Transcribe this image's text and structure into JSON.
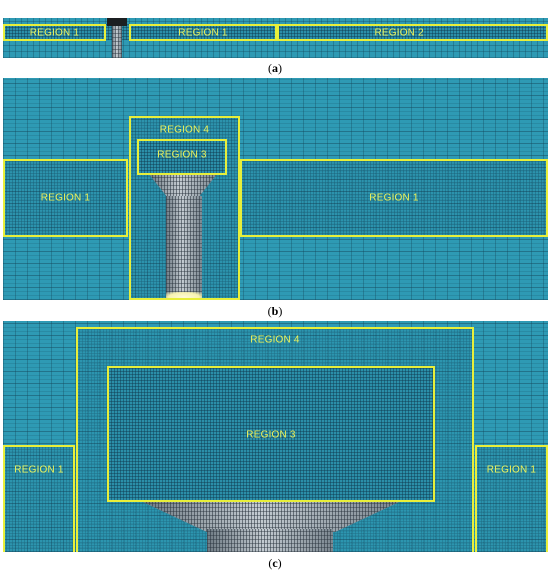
{
  "panels": [
    {
      "id": "a",
      "caption_letter": "a",
      "regions": [
        "REGION 1",
        "REGION 1",
        "REGION 2"
      ]
    },
    {
      "id": "b",
      "caption_letter": "b",
      "regions": [
        "REGION 4",
        "REGION 3",
        "REGION 1",
        "REGION 1"
      ]
    },
    {
      "id": "c",
      "caption_letter": "c",
      "regions": [
        "REGION 4",
        "REGION 3",
        "REGION 1",
        "REGION 1"
      ]
    }
  ],
  "colors": {
    "mesh_background": "#2e9ab4",
    "region_outline": "#e8ef3a",
    "structure_surface": "#8e9aa3"
  }
}
